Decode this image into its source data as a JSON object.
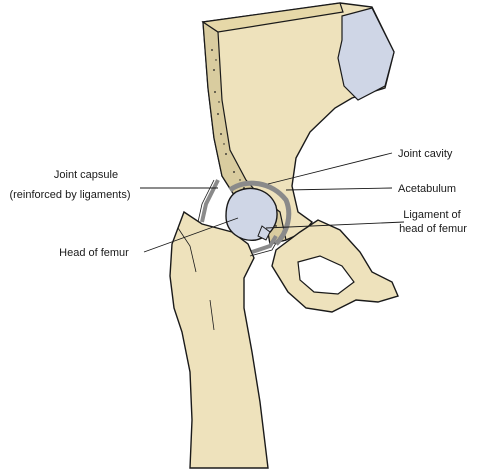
{
  "labels": {
    "joint_cavity": "Joint cavity",
    "joint_capsule_line1": "Joint capsule",
    "joint_capsule_line2": "(reinforced by ligaments)",
    "acetabulum": "Acetabulum",
    "ligament_line1": "Ligament of",
    "ligament_line2": "head of femur",
    "head_of_femur": "Head of femur"
  },
  "colors": {
    "bone": "#EEE2BC",
    "cartilage": "#CFD6E6",
    "spongy": "#D9CC9F",
    "outline": "#1a1a1a",
    "capsule": "#8a8a8a"
  }
}
